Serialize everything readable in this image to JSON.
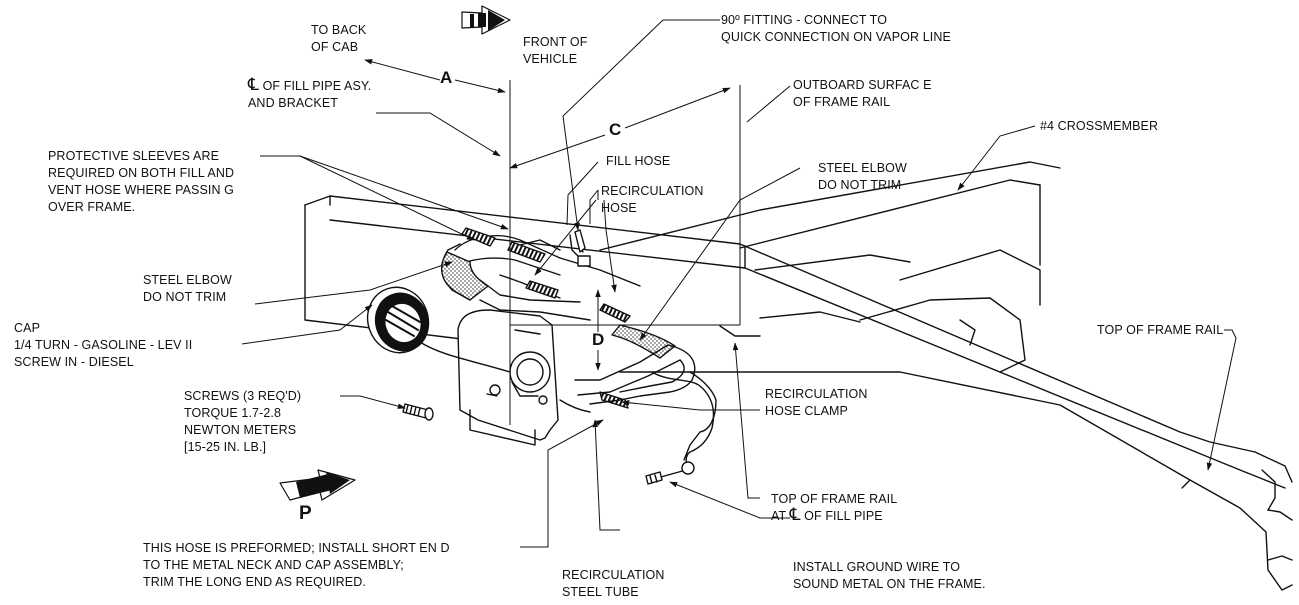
{
  "labels": {
    "to_back_of_cab": "TO BACK\nOF CAB",
    "front_of_vehicle": "FRONT OF\nVEHICLE",
    "fitting_90": "90º FITTING - CONNECT TO\nQUICK CONNECTION ON VAPOR LINE",
    "cl_symbol": "℄",
    "cl_fill_pipe": " OF FILL PIPE ASY.\nAND BRACKET",
    "outboard_surface": "OUTBOARD SURFAC E\nOF FRAME RAIL",
    "crossmember": "#4 CROSSMEMBER",
    "protective_sleeves": "PROTECTIVE SLEEVES ARE\nREQUIRED ON BOTH FILL AND\nVENT HOSE WHERE PASSIN G\nOVER FRAME.",
    "fill_hose": "FILL HOSE",
    "recirc_hose": "RECIRCULATION\nHOSE",
    "steel_elbow_right": "STEEL ELBOW\nDO NOT TRIM",
    "steel_elbow_left": "STEEL ELBOW\nDO NOT TRIM",
    "cap": "CAP\n1/4 TURN - GASOLINE - LEV II\nSCREW IN - DIESEL",
    "top_of_frame_rail": "TOP OF FRAME RAIL",
    "screws": "SCREWS (3 REQ'D)\nTORQUE 1.7-2.8\nNEWTON METERS\n[15-25 IN. LB.]",
    "recirc_hose_clamp": "RECIRCULATION\nHOSE CLAMP",
    "top_frame_rail_at": "TOP OF FRAME RAIL",
    "at_cl_fill_pipe_prefix": "AT ",
    "at_cl_fill_pipe_suffix": " OF FILL PIPE",
    "preformed_hose": "THIS HOSE IS PREFORMED; INSTALL SHORT EN D\nTO THE METAL NECK AND CAP ASSEMBLY;\nTRIM THE LONG END AS REQUIRED.",
    "recirc_steel_tube": "RECIRCULATION\nSTEEL TUBE",
    "ground_wire": "INSTALL GROUND WIRE TO\nSOUND METAL ON THE FRAME."
  },
  "dimensions": {
    "a": "A",
    "c": "C",
    "d": "D",
    "p": "P"
  },
  "colors": {
    "ink": "#111111",
    "background": "#ffffff"
  }
}
